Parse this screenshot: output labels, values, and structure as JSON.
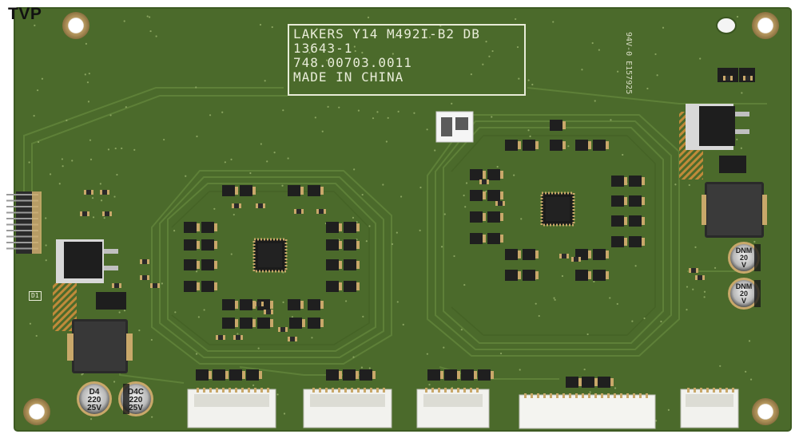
{
  "watermark": "TVP",
  "board": {
    "silkscreen_lines": [
      "LAKERS Y14 M492I-B2 DB",
      "13643-1",
      "748.00703.0011",
      "MADE IN CHINA"
    ],
    "certification_mark": "94V-0 E157925",
    "reference_label": "D1"
  },
  "capacitors": [
    {
      "lines": [
        "D4",
        "220",
        "25V"
      ]
    },
    {
      "lines": [
        "D4C",
        "220",
        "25V"
      ]
    },
    {
      "lines": [
        "DNM",
        "20",
        "V"
      ]
    },
    {
      "lines": [
        "DNM",
        "20",
        "V"
      ]
    }
  ],
  "colors": {
    "pcb_green": "#4b6a2b",
    "trace_green": "#587a35",
    "silkscreen": "#e8ecd8",
    "chip_black": "#1f1f1f",
    "connector_white": "#f2f2ee",
    "gold_pad": "#c9a86a"
  }
}
